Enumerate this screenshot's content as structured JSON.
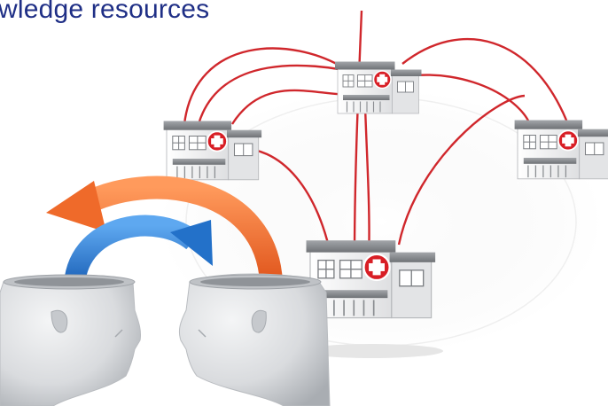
{
  "slide": {
    "title": "wledge resources"
  },
  "colors": {
    "title": "#1f2f86",
    "connection_line": "#d0272c",
    "cross_badge": "#d81e25",
    "arrow_orange": "#f26a2e",
    "arrow_blue": "#2b7fd6",
    "head": "#d8dadd",
    "building_wall": "#f2f2f2",
    "building_roof": "#8c8f93"
  },
  "illustration": {
    "heads": [
      "head-left",
      "head-right"
    ],
    "arrows": [
      "orange-arrow",
      "blue-arrow"
    ],
    "hospitals": [
      "hospital-top",
      "hospital-left",
      "hospital-right",
      "hospital-front"
    ],
    "icons": [
      "medical-cross-icon"
    ]
  }
}
